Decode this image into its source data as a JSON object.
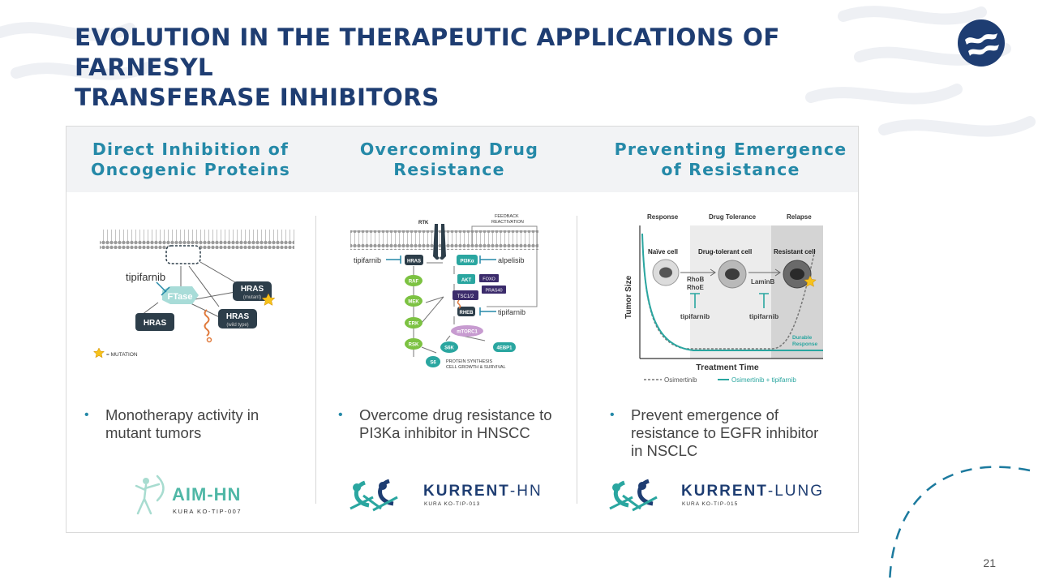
{
  "title_line1": "EVOLUTION IN THE THERAPEUTIC APPLICATIONS OF FARNESYL",
  "title_line2": "TRANSFERASE INHIBITORS",
  "columns": [
    {
      "heading_line1": "Direct Inhibition of",
      "heading_line2": "Oncogenic Proteins",
      "bullet": "Monotherapy activity in mutant tumors"
    },
    {
      "heading_line1": "Overcoming Drug",
      "heading_line2": "Resistance",
      "bullet": "Overcome drug resistance to PI3Ka inhibitor in HNSCC"
    },
    {
      "heading_line1": "Preventing Emergence",
      "heading_line2": "of Resistance",
      "bullet": "Prevent emergence of resistance to EGFR inhibitor in NSCLC"
    }
  ],
  "diagram1": {
    "drug": "tipifarnib",
    "enzyme": "FTase",
    "hras": "HRAS",
    "hras_mutant": "HRAS",
    "hras_mutant_sub": "(mutant)",
    "hras_wild": "HRAS",
    "hras_wild_sub": "(wild type)",
    "legend": "= MUTATION"
  },
  "diagram2": {
    "rtk": "RTK",
    "feedback_line1": "FEEDBACK",
    "feedback_line2": "REACTIVATION",
    "tipifarnib_left": "tipifarnib",
    "alpelisib": "alpelisib",
    "tipifarnib_right": "tipifarnib",
    "hras": "HRAS",
    "pi3k": "PI3Kα",
    "raf": "RAF",
    "akt": "AKT",
    "foxo": "FOXO",
    "tsc": "TSC1/2",
    "pras40": "PRAS40",
    "mek": "MEK",
    "rheb": "RHEB",
    "erk": "ERK",
    "mtorc1": "mTORC1",
    "rsk": "RSK",
    "s6k": "S6K",
    "ebp1": "4EBP1",
    "s6": "S6",
    "note_line1": "PROTEIN SYNTHESIS",
    "note_line2": "CELL GROWTH & SURVIVAL"
  },
  "diagram3": {
    "phase_response": "Response",
    "phase_tolerance": "Drug Tolerance",
    "phase_relapse": "Relapse",
    "cell_naive": "Naïve cell",
    "cell_tolerant": "Drug-tolerant cell",
    "cell_resistant": "Resistant cell",
    "rhob": "RhoB",
    "rhoe": "RhoE",
    "laminb": "LaminB",
    "tip1": "tipifarnib",
    "tip2": "tipifarnib",
    "durable_line1": "Durable",
    "durable_line2": "Response",
    "ylabel": "Tumor Size",
    "xlabel": "Treatment Time",
    "legend_osi": "Osimertinib",
    "legend_combo": "Osimertinib + tipifarnib"
  },
  "logos": [
    {
      "name": "AIM-HN",
      "sub": "KURA KO-TIP-007"
    },
    {
      "name_a": "KURRENT",
      "name_b": "-HN",
      "sub": "KURA KO-TIP-013"
    },
    {
      "name_a": "KURRENT",
      "name_b": "-LUNG",
      "sub": "KURA KO-TIP-015"
    }
  ],
  "page_number": "21",
  "colors": {
    "navy": "#1e3d72",
    "teal": "#2589a8",
    "dark_node": "#2d3e4a",
    "green_node": "#7cc242",
    "aqua_node": "#2aa6a0"
  }
}
